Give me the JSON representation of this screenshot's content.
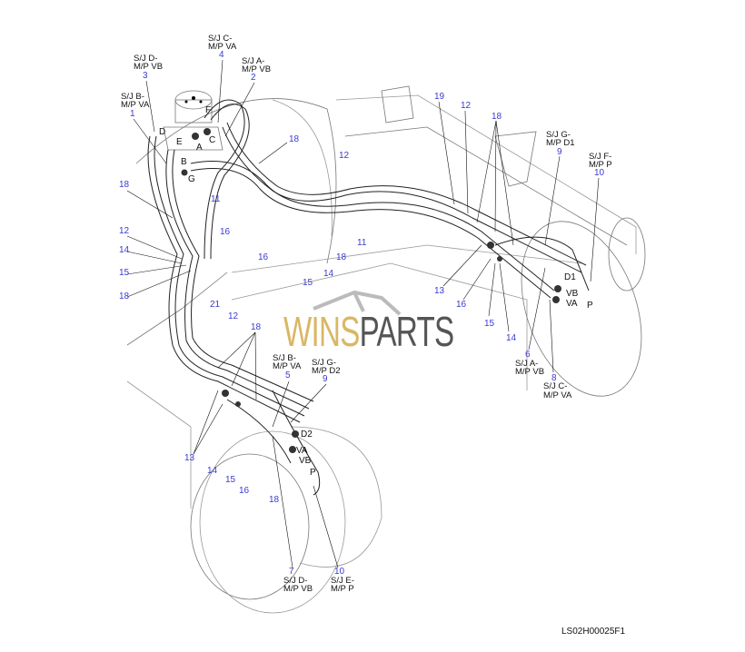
{
  "watermark": {
    "part1": "WINS",
    "part2": "PARTS"
  },
  "drawing_code": "LS02H00025F1",
  "callouts": [
    {
      "num": "4",
      "l1": "S/J C-",
      "l2": "M/P VA"
    },
    {
      "num": "3",
      "l1": "S/J D-",
      "l2": "M/P VB"
    },
    {
      "num": "2",
      "l1": "S/J A-",
      "l2": "M/P VB"
    },
    {
      "num": "1",
      "l1": "S/J B-",
      "l2": "M/P VA"
    },
    {
      "num": "9",
      "l1": "S/J G-",
      "l2": "M/P D1"
    },
    {
      "num": "10",
      "l1": "S/J F-",
      "l2": "M/P P"
    },
    {
      "num": "6",
      "l1": "S/J A-",
      "l2": "M/P VB"
    },
    {
      "num": "8",
      "l1": "S/J C-",
      "l2": "M/P VA"
    },
    {
      "num": "5",
      "l1": "S/J B-",
      "l2": "M/P VA"
    },
    {
      "num": "9",
      "l1": "S/J G-",
      "l2": "M/P D2"
    },
    {
      "num": "7",
      "l1": "S/J D-",
      "l2": "M/P VB"
    },
    {
      "num": "10",
      "l1": "S/J E-",
      "l2": "M/P P"
    }
  ],
  "ports": [
    "F",
    "D",
    "E",
    "A",
    "C",
    "B",
    "G",
    "D1",
    "VB",
    "VA",
    "P",
    "D2",
    "VA",
    "VB",
    "P"
  ],
  "part_numbers": [
    "18",
    "12",
    "18",
    "11",
    "16",
    "12",
    "14",
    "15",
    "18",
    "16",
    "15",
    "14",
    "18",
    "11",
    "19",
    "12",
    "18",
    "13",
    "16",
    "15",
    "14",
    "21",
    "12",
    "18",
    "13",
    "14",
    "15",
    "16",
    "18"
  ]
}
